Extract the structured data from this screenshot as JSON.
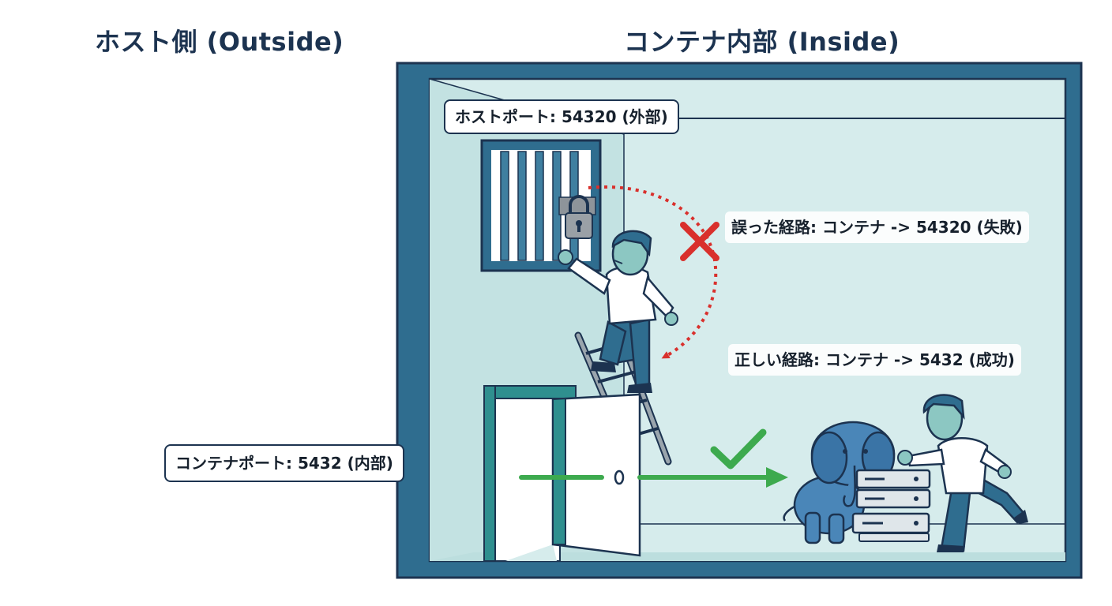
{
  "headings": {
    "outside": "ホスト側 (Outside)",
    "inside": "コンテナ内部 (Inside)"
  },
  "labels": {
    "host_port": "ホストポート: 54320 (外部)",
    "container_port": "コンテナポート: 5432 (内部)",
    "wrong_route": "誤った経路: コンテナ -> 54320 (失敗)",
    "right_route": "正しい経路: コンテナ -> 5432 (成功)"
  },
  "icons": {
    "window": "barred-window-icon",
    "lock": "padlock-icon",
    "fail": "cross-mark-icon",
    "success": "check-mark-icon",
    "database": "elephant-icon",
    "server": "server-stack-icon"
  },
  "colors": {
    "frame": "#2f6d8f",
    "frame_outline": "#1c3350",
    "room": "#d6ecec",
    "wrong_route": "#d9302c",
    "right_route": "#3daa4e",
    "heading": "#1c3350"
  }
}
